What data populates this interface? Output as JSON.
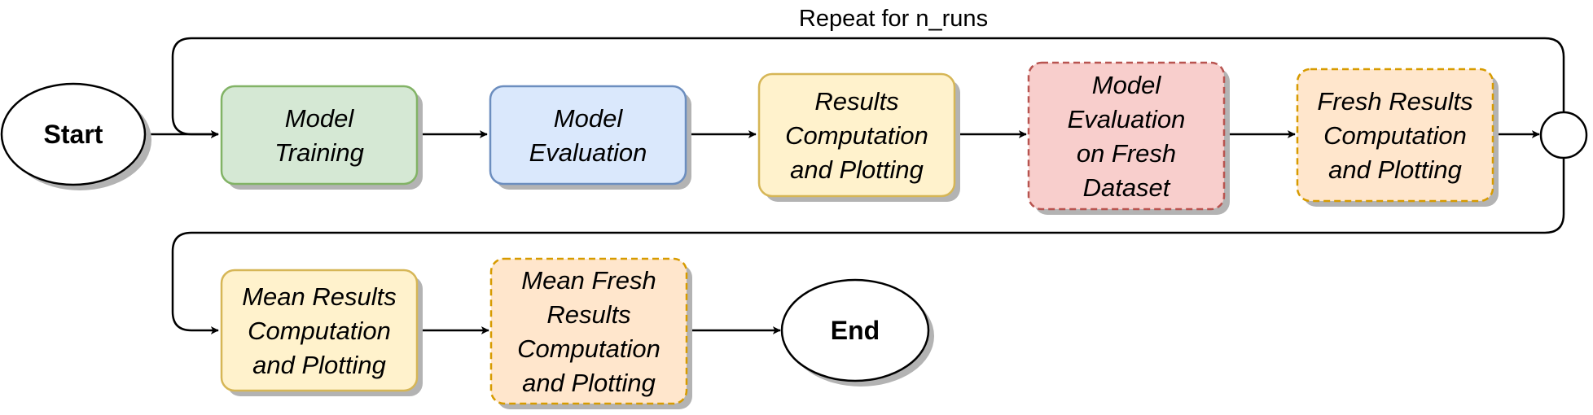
{
  "loop_label": "Repeat for n_runs",
  "terminals": {
    "start": "Start",
    "end": "End"
  },
  "nodes": {
    "model_training": [
      "Model",
      "Training"
    ],
    "model_evaluation": [
      "Model",
      "Evaluation"
    ],
    "results_computation": [
      "Results",
      "Computation",
      "and Plotting"
    ],
    "fresh_evaluation": [
      "Model",
      "Evaluation",
      "on Fresh",
      "Dataset"
    ],
    "fresh_results": [
      "Fresh Results",
      "Computation",
      "and Plotting"
    ],
    "mean_results": [
      "Mean Results",
      "Computation",
      "and Plotting"
    ],
    "mean_fresh_results": [
      "Mean Fresh",
      "Results",
      "Computation",
      "and Plotting"
    ]
  },
  "colors": {
    "green_fill": "#d5e8d4",
    "green_stroke": "#82b366",
    "blue_fill": "#dae8fc",
    "blue_stroke": "#6c8ebf",
    "yellow_fill": "#fff2cc",
    "yellow_stroke": "#d6b656",
    "red_fill": "#f8cecc",
    "red_stroke": "#b85450",
    "orange_fill": "#ffe6cc",
    "orange_stroke": "#d79b00"
  }
}
